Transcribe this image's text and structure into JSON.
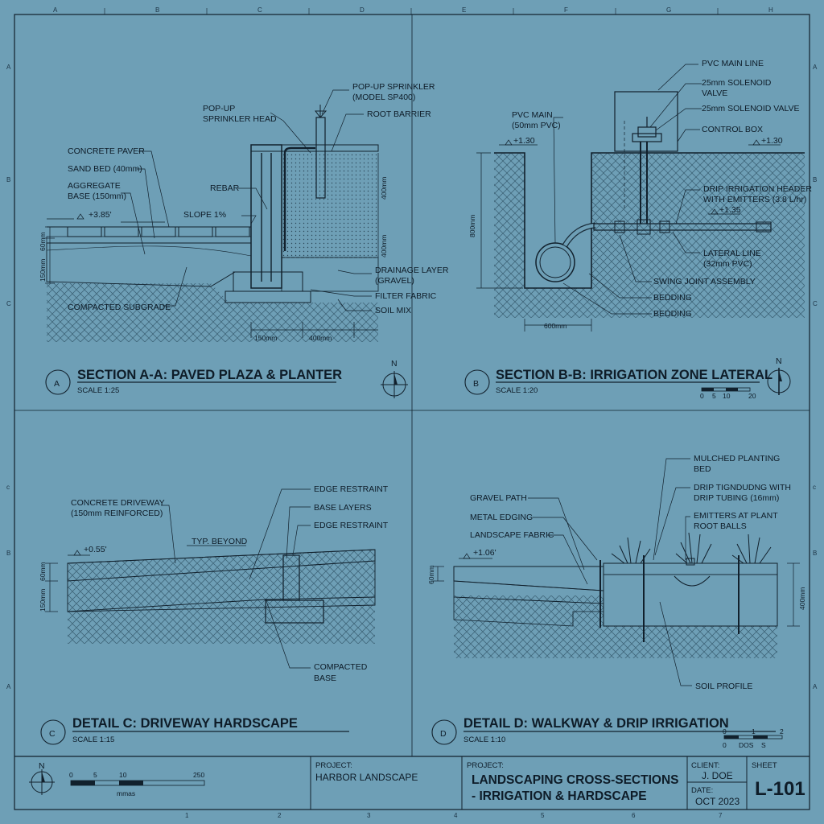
{
  "grid": {
    "columns": [
      "A",
      "B",
      "C",
      "D",
      "E",
      "F",
      "G",
      "H"
    ],
    "rows": [
      "A",
      "B",
      "C",
      "c",
      "B",
      "A"
    ],
    "bottom_numbers": [
      "1",
      "2",
      "3",
      "4",
      "5",
      "6",
      "7"
    ]
  },
  "panel_a": {
    "badge": "A",
    "title": "SECTION A-A: PAVED PLAZA & PLANTER",
    "scale": "SCALE 1:25",
    "callouts": {
      "popup_head": [
        "POP-UP",
        "SPRINKLER HEAD"
      ],
      "popup_model": [
        "POP-UP SPRINKLER",
        "(MODEL SP400)"
      ],
      "root_barrier": "ROOT BARRIER",
      "concrete_paver": "CONCRETE PAVER",
      "sand_bed": "SAND BED (40mm)",
      "aggregate": [
        "AGGREGATE",
        "BASE (150mm)"
      ],
      "rebar": "REBAR",
      "drainage": [
        "DRAINAGE LAYER",
        "(GRAVEL)"
      ],
      "filter_fabric": "FILTER FABRIC",
      "soil_mix": "SOIL MIX",
      "subgrade": "COMPACTED SUBGRADE",
      "slope": "SLOPE 1%",
      "elevation": "+3.85'"
    },
    "dims": {
      "d400_top": "400mm",
      "d400_mid": "400mm",
      "d60": "60mm",
      "d150": "150mm",
      "bottom_150": "150mm",
      "bottom_400": "400mm"
    }
  },
  "panel_b": {
    "badge": "B",
    "title": "SECTION B-B: IRRIGATION ZONE LATERAL",
    "scale": "SCALE 1:20",
    "scalebar": [
      "0",
      "5",
      "10",
      "20"
    ],
    "callouts": {
      "pvc_main_line": "PVC MAIN LINE",
      "solenoid_1": [
        "25mm SOLENOID",
        "VALVE"
      ],
      "solenoid_2": "25mm SOLENOID VALVE",
      "control_box": "CONTROL BOX",
      "pvc_main": [
        "PVC MAIN",
        "(50mm PVC)"
      ],
      "drip_header": [
        "DRIP IRRIGATION HEADER",
        "WITH EMITTERS (3.8 L/hr)"
      ],
      "lateral": [
        "LATERAL LINE",
        "(32mm PVC)"
      ],
      "swing_joint": "SWING JOINT ASSEMBLY",
      "bedding_1": "BEDDING",
      "bedding_2": "BEDDING",
      "elev_left": "+1.30",
      "elev_right": "+1.30",
      "elev_lateral": "+1.35"
    },
    "dims": {
      "depth": "800mm",
      "width": "600mm"
    }
  },
  "panel_c": {
    "badge": "C",
    "title": "DETAIL C: DRIVEWAY HARDSCAPE",
    "scale": "SCALE 1:15",
    "callouts": {
      "driveway": [
        "CONCRETE DRIVEWAY",
        "(150mm REINFORCED)"
      ],
      "edge_1": "EDGE RESTRAINT",
      "base_layers": "BASE LAYERS",
      "edge_2": "EDGE RESTRAINT",
      "typ": "TYP. BEYOND",
      "compacted": [
        "COMPACTED",
        "BASE"
      ],
      "elevation": "+0.55'"
    },
    "dims": {
      "d60": "60mm",
      "d150": "150mm"
    }
  },
  "panel_d": {
    "badge": "D",
    "title": "DETAIL D: WALKWAY & DRIP IRRIGATION",
    "scale": "SCALE 1:10",
    "scalebar": [
      "0",
      "1",
      "2"
    ],
    "scalebar_sub": [
      "0",
      "DOS",
      "S"
    ],
    "callouts": {
      "mulched": [
        "MULCHED PLANTING",
        "BED"
      ],
      "drip": [
        "DRIP TIGNDUDNG WITH",
        "DRIP TUBING (16mm)"
      ],
      "emitters": [
        "EMITTERS AT PLANT",
        "ROOT BALLS"
      ],
      "gravel_path": "GRAVEL PATH",
      "metal_edging": "METAL EDGING",
      "landscape_fabric": "LANDSCAPE FABRIC",
      "soil_profile": "SOIL PROFILE",
      "elevation": "+1.06'"
    },
    "dims": {
      "d60": "60mm",
      "d400": "400mm"
    }
  },
  "north_label": "N",
  "title_block": {
    "scalebar": [
      "0",
      "5",
      "10",
      "250"
    ],
    "scalebar_unit": "mmas",
    "project_label_1": "PROJECT:",
    "project_value_1": "HARBOR LANDSCAPE",
    "project_label_2": "PROJECT:",
    "project_title": [
      "LANDSCAPING CROSS-SECTIONS",
      "- IRRIGATION & HARDSCAPE"
    ],
    "client_label": "CLIENT:",
    "client_value": "J. DOE",
    "date_label": "DATE:",
    "date_value": "OCT 2023",
    "sheet_label": "SHEET",
    "sheet_value": "L-101"
  },
  "colors": {
    "paper": "#6e9fb6",
    "ink": "#11202c",
    "soil_hatch": "#3e6478"
  }
}
